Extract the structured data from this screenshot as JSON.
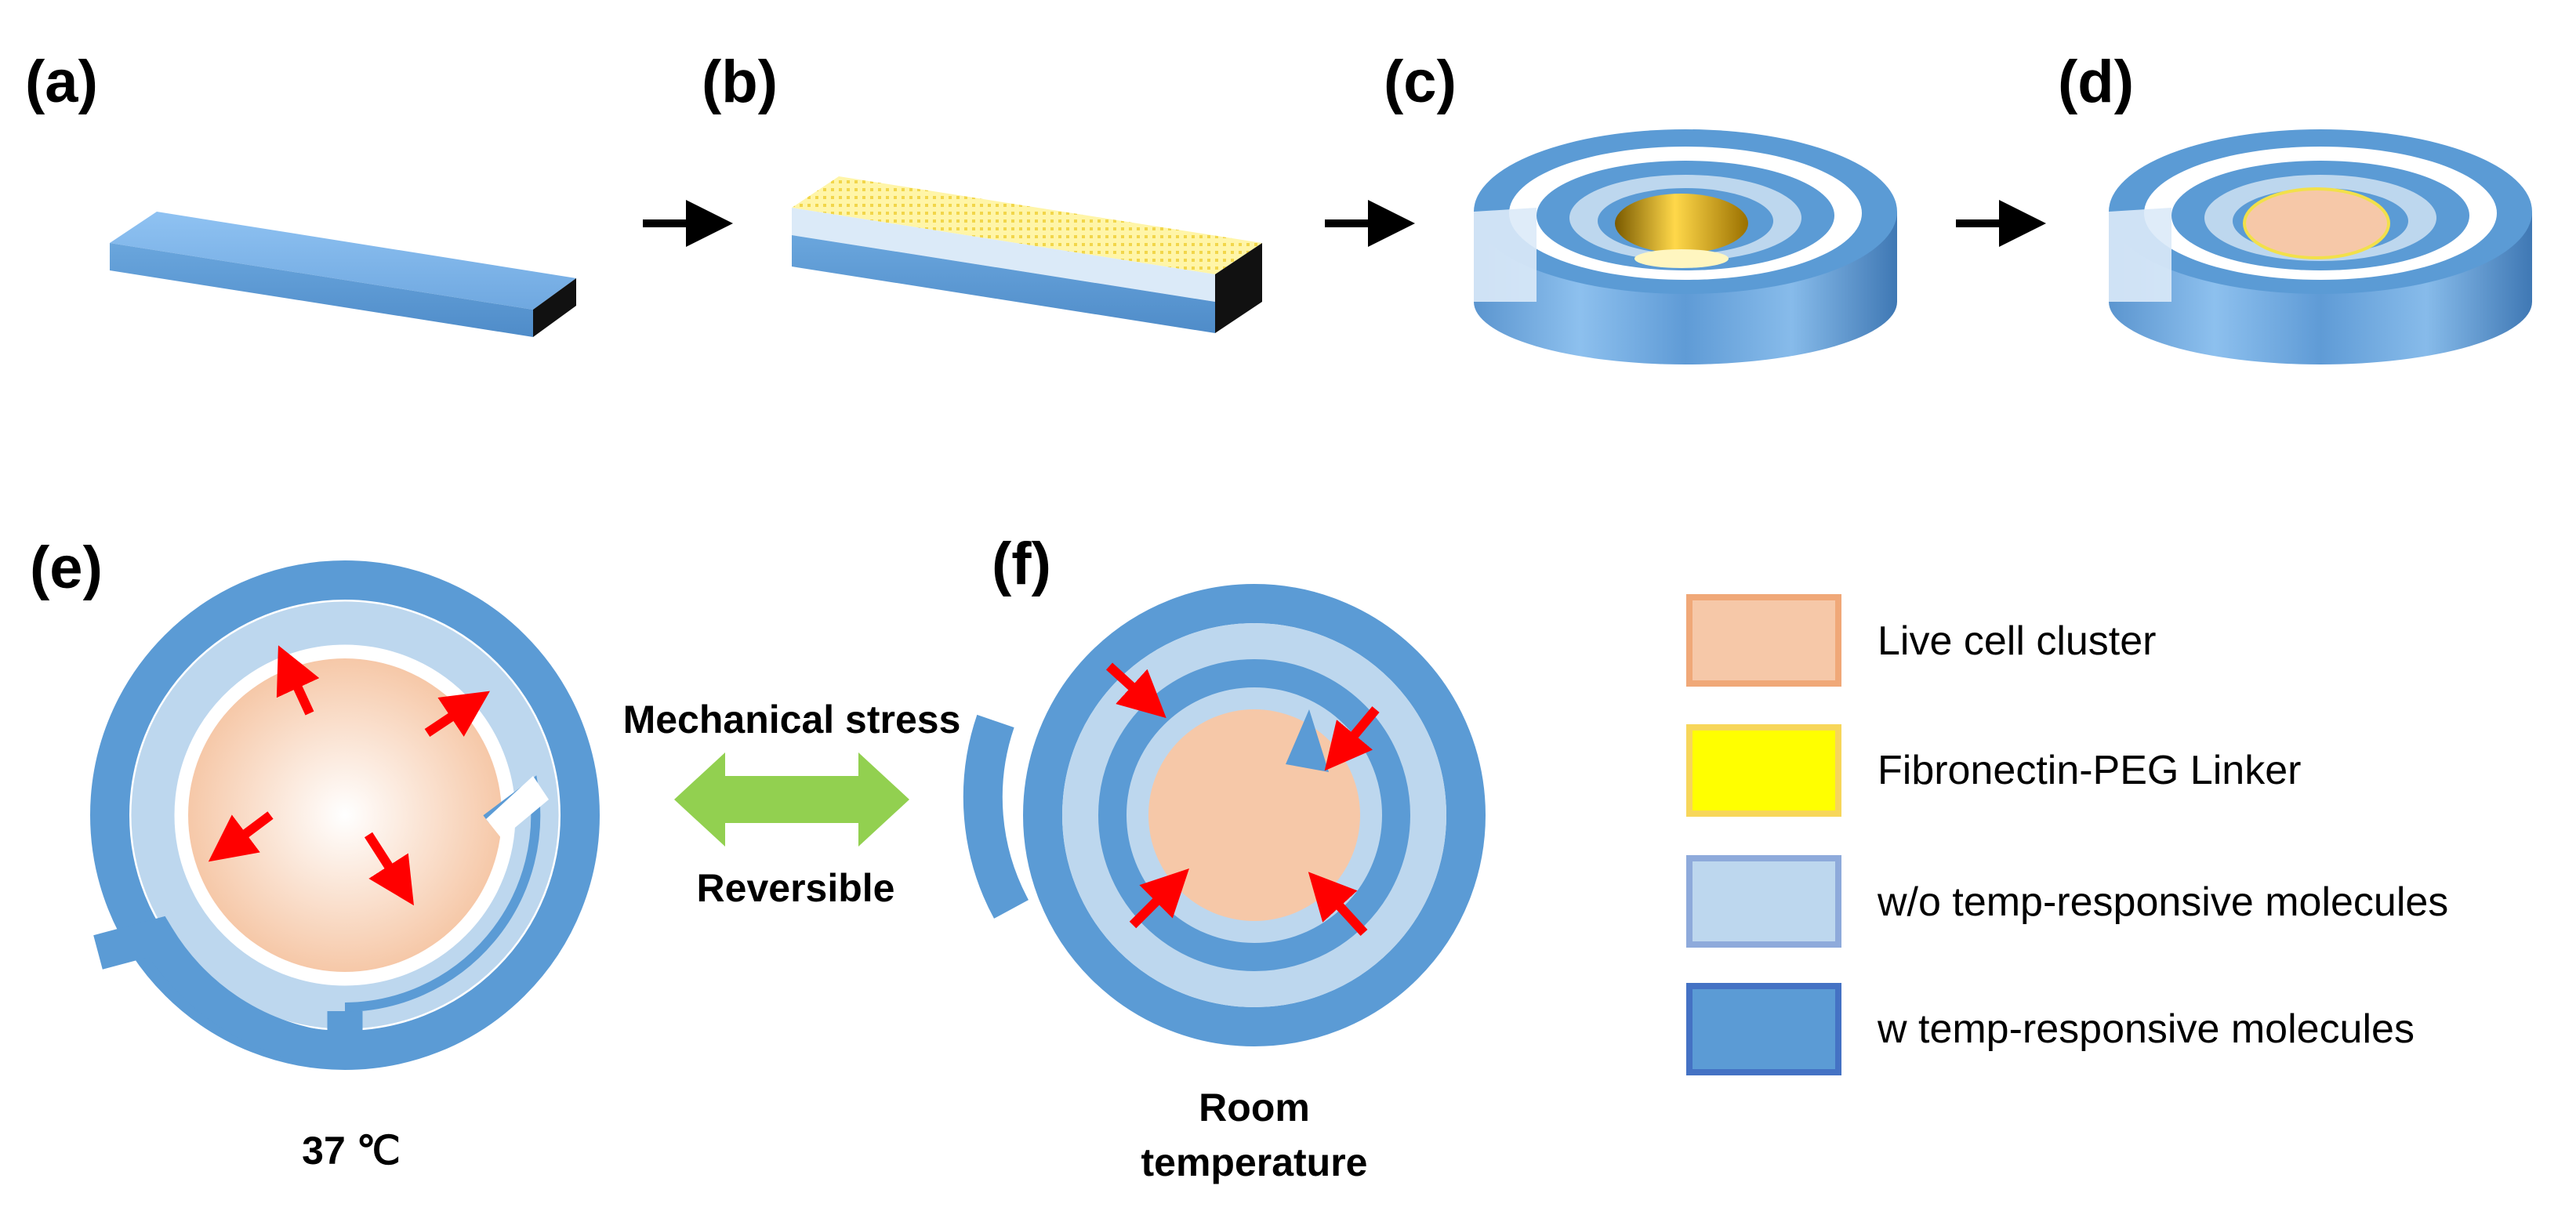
{
  "panels": {
    "a": "(a)",
    "b": "(b)",
    "c": "(c)",
    "d": "(d)",
    "e": "(e)",
    "f": "(f)"
  },
  "labels": {
    "mechanical_stress": "Mechanical stress",
    "reversible": "Reversible",
    "temp_37": "37 ℃",
    "room_line1": "Room",
    "room_line2": "temperature"
  },
  "legend": [
    {
      "label": "Live cell cluster",
      "fill": "#f6c8a8",
      "stroke": "#f0a878"
    },
    {
      "label": "Fibronectin-PEG Linker",
      "fill": "#ffff00",
      "stroke": "#f7d65a"
    },
    {
      "label": "w/o temp-responsive molecules",
      "fill": "#bdd7ee",
      "stroke": "#8eaadb"
    },
    {
      "label": "w temp-responsive molecules",
      "fill": "#5b9bd5",
      "stroke": "#4472c4"
    }
  ],
  "colors": {
    "dark_blue": "#5b9bd5",
    "light_blue": "#bdd7ee",
    "cell": "#f6c8a8",
    "linker": "#ffff00",
    "arrow_red": "#ff0000",
    "arrow_green": "#92d050",
    "process_arrow": "#000000"
  },
  "icons": {
    "process_arrow": "right-arrow-icon",
    "reversible_arrow": "double-headed-arrow-icon",
    "force_arrow": "red-arrow-icon"
  }
}
